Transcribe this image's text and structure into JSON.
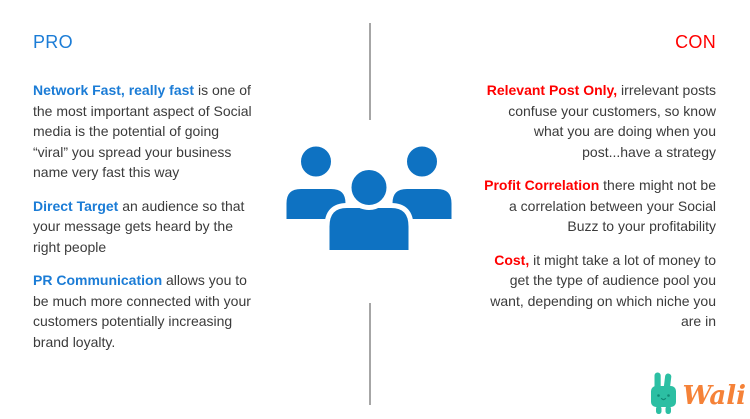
{
  "slide": {
    "background_color": "#ffffff",
    "divider_color": "#a6a6a6",
    "pro": {
      "title": "PRO",
      "title_color": "#1b7cd6",
      "items": [
        {
          "highlight": "Network Fast, really fast",
          "text": " is one of the most important aspect of Social media is the potential of going “viral” you spread your business name very fast this way"
        },
        {
          "highlight": "Direct Target",
          "text": " an audience so that your message gets heard by the right people"
        },
        {
          "highlight": "PR Communication",
          "text": " allows you to be much more connected with your customers potentially increasing brand loyalty."
        }
      ]
    },
    "con": {
      "title": "CON",
      "title_color": "#ff0000",
      "items": [
        {
          "highlight": "Relevant Post Only,",
          "text": " irrelevant posts confuse your customers, so know what you are doing when you post...have a strategy"
        },
        {
          "highlight": "Profit Correlation",
          "text": " there might not be a correlation between your Social Buzz to your profitability"
        },
        {
          "highlight": "Cost,",
          "text": " it might take a lot of money to get the type of audience pool you want, depending on which niche you are in"
        }
      ]
    },
    "center_icon": {
      "name": "people-group-icon",
      "color": "#0e72c2"
    },
    "logo": {
      "brand": "Wali",
      "icon": "bunny-icon",
      "icon_color": "#2cbfa3",
      "text_color": "#f58238"
    }
  }
}
